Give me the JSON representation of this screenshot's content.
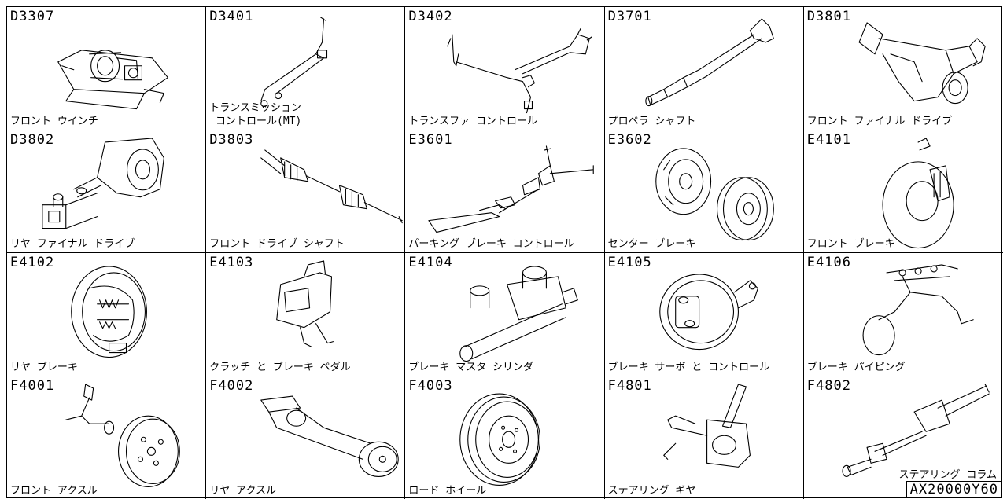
{
  "catalog_code": "AX20000Y60",
  "cells": [
    {
      "code": "D3307",
      "label": "フロント ウインチ",
      "icon": "winch-icon"
    },
    {
      "code": "D3401",
      "label": "トランスミッション\n コントロール(MT)",
      "icon": "shift-lever-icon"
    },
    {
      "code": "D3402",
      "label": "トランスファ コントロール",
      "icon": "transfer-linkage-icon"
    },
    {
      "code": "D3701",
      "label": "プロペラ シャフト",
      "icon": "propeller-shaft-icon"
    },
    {
      "code": "D3801",
      "label": "フロント ファイナル ドライブ",
      "icon": "front-differential-icon"
    },
    {
      "code": "D3802",
      "label": "リヤ ファイナル ドライブ",
      "icon": "rear-differential-icon"
    },
    {
      "code": "D3803",
      "label": "フロント ドライブ シャフト",
      "icon": "drive-shaft-icon"
    },
    {
      "code": "E3601",
      "label": "パーキング ブレーキ コントロール",
      "icon": "parking-brake-icon"
    },
    {
      "code": "E3602",
      "label": "センター ブレーキ",
      "icon": "center-brake-icon"
    },
    {
      "code": "E4101",
      "label": "フロント ブレーキ",
      "icon": "front-brake-icon"
    },
    {
      "code": "E4102",
      "label": "リヤ ブレーキ",
      "icon": "rear-brake-icon"
    },
    {
      "code": "E4103",
      "label": "クラッチ と ブレーキ ペダル",
      "icon": "pedal-icon"
    },
    {
      "code": "E4104",
      "label": "ブレーキ マスタ シリンダ",
      "icon": "master-cylinder-icon"
    },
    {
      "code": "E4105",
      "label": "ブレーキ サーボ と コントロール",
      "icon": "brake-servo-icon"
    },
    {
      "code": "E4106",
      "label": "ブレーキ パイピング",
      "icon": "brake-piping-icon"
    },
    {
      "code": "F4001",
      "label": "フロント アクスル",
      "icon": "front-axle-icon"
    },
    {
      "code": "F4002",
      "label": "リヤ アクスル",
      "icon": "rear-axle-icon"
    },
    {
      "code": "F4003",
      "label": "ロード ホイール",
      "icon": "road-wheel-icon"
    },
    {
      "code": "F4801",
      "label": "ステアリング ギヤ",
      "icon": "steering-gear-icon"
    },
    {
      "code": "F4802",
      "label": "ステアリング コラム",
      "icon": "steering-column-icon"
    }
  ]
}
